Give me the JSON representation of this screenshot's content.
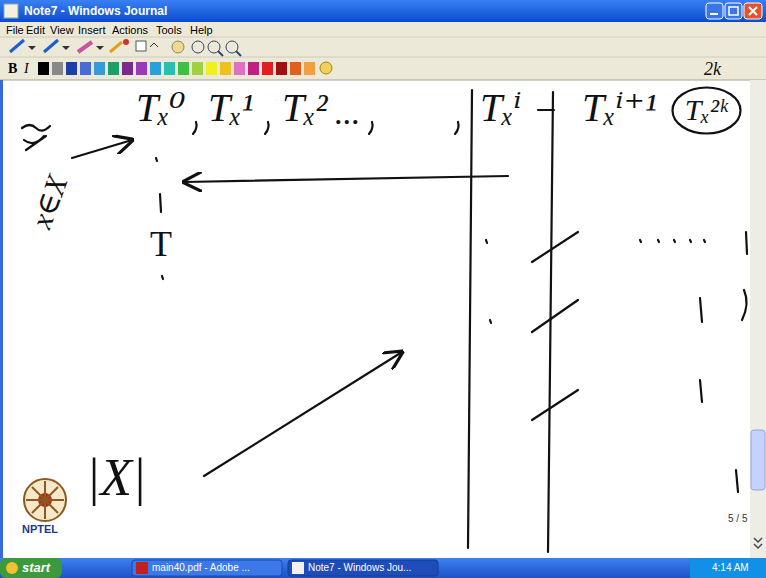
{
  "diagram": {
    "title": "Note7 - Windows Journal",
    "nodes": [
      {
        "text": [
          "Tₓ²ᵏ"
        ]
      }
    ],
    "labels": [
      "File",
      "Edit",
      "View",
      "Insert",
      "Actions",
      "Tools",
      "Help",
      "B",
      "I",
      "Tₓ⁰",
      "Tₓ¹",
      "Tₓ²",
      "...",
      "Tₓⁱ",
      "Tₓⁱ⁺¹",
      "2k",
      "x∈X",
      "T",
      "|X|",
      "5 / 5",
      "NPTEL",
      "start",
      "main40.pdf - Adobe ...",
      "Note7 - Windows Jou...",
      "4:14 AM"
    ]
  }
}
